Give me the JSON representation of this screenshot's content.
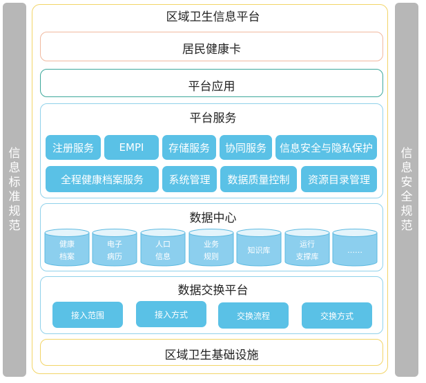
{
  "left_bar": {
    "chars": [
      "信",
      "息",
      "标",
      "准",
      "规",
      "范"
    ]
  },
  "right_bar": {
    "chars": [
      "信",
      "息",
      "安",
      "全",
      "规",
      "范"
    ]
  },
  "main": {
    "title": "区域卫生信息平台",
    "card_layer": {
      "label": "居民健康卡"
    },
    "app_layer": {
      "label": "平台应用"
    },
    "service_layer": {
      "label": "平台服务",
      "items": [
        "注册服务",
        "EMPI",
        "存储服务",
        "协同服务",
        "信息安全与隐私保护",
        "全程健康档案服务",
        "系统管理",
        "数据质量控制",
        "资源目录管理"
      ]
    },
    "data_center": {
      "label": "数据中心",
      "databases": [
        {
          "line1": "健康",
          "line2": "档案"
        },
        {
          "line1": "电子",
          "line2": "病历"
        },
        {
          "line1": "人口",
          "line2": "信息"
        },
        {
          "line1": "业务",
          "line2": "规则"
        },
        {
          "line1": "知识库",
          "line2": ""
        },
        {
          "line1": "运行",
          "line2": "支撑库"
        },
        {
          "line1": "……",
          "line2": ""
        }
      ]
    },
    "exchange_layer": {
      "label": "数据交换平台",
      "items": [
        "接入范围",
        "接入方式",
        "交换流程",
        "交换方式"
      ]
    },
    "infra_layer": {
      "label": "区域卫生基础设施"
    }
  },
  "colors": {
    "chip": "#5ac1e6",
    "cylinder_body": "#8ccfee",
    "cylinder_top": "#e4f4fb",
    "side_bar": "#b7b7b7",
    "frame_yellow": "#f2d466",
    "card_border": "#f0b89e",
    "app_border": "#3ba79a",
    "layer_border": "#8fd1ea"
  }
}
